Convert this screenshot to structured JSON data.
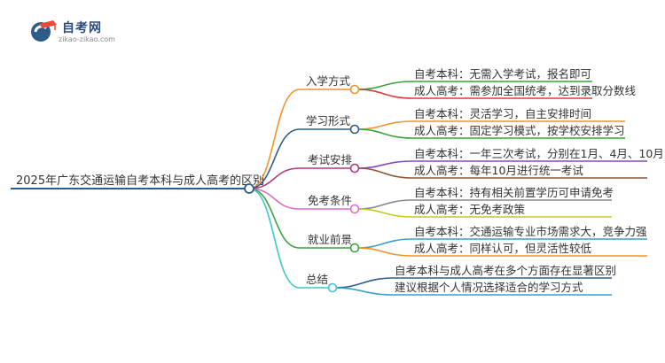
{
  "logo": {
    "name": "自考网",
    "url": "zikao-zikao.com"
  },
  "root": "2025年广东交通运输自考本科与成人高考的区别",
  "branches": [
    {
      "label": "入学方式",
      "color": "#f0922a",
      "leaves": [
        {
          "text": "自考本科：无需入学考试，报名即可",
          "color": "#3aa23a"
        },
        {
          "text": "成人高考：需参加全国统考，达到录取分数线",
          "color": "#d83a3a"
        }
      ]
    },
    {
      "label": "学习形式",
      "color": "#2c5d8a",
      "leaves": [
        {
          "text": "自考本科：灵活学习，自主安排时间",
          "color": "#f0922a"
        },
        {
          "text": "成人高考：固定学习模式，按学校安排学习",
          "color": "#3aa23a"
        }
      ]
    },
    {
      "label": "考试安排",
      "color": "#b03a7c",
      "leaves": [
        {
          "text": "自考本科：一年三次考试，分别在1月、4月、10月",
          "color": "#8a4ab8"
        },
        {
          "text": "成人高考：每年10月进行统一考试",
          "color": "#8a5a3a"
        }
      ]
    },
    {
      "label": "免考条件",
      "color": "#e06ac8",
      "leaves": [
        {
          "text": "自考本科：持有相关前置学历可申请免考",
          "color": "#888888"
        },
        {
          "text": "成人高考：无免考政策",
          "color": "#c8c820"
        }
      ]
    },
    {
      "label": "就业前景",
      "color": "#3aa23a",
      "leaves": [
        {
          "text": "自考本科：交通运输专业市场需求大，竞争力强",
          "color": "#3aa0c8"
        },
        {
          "text": "成人高考：同样认可，但灵活性较低",
          "color": "#f0922a"
        }
      ]
    },
    {
      "label": "总结",
      "color": "#3ac8c8",
      "leaves": [
        {
          "text": "自考本科与成人高考在多个方面存在显著区别",
          "color": "#2c5d8a"
        },
        {
          "text": "建议根据个人情况选择适合的学习方式",
          "color": "#3aa0c8"
        }
      ]
    }
  ]
}
